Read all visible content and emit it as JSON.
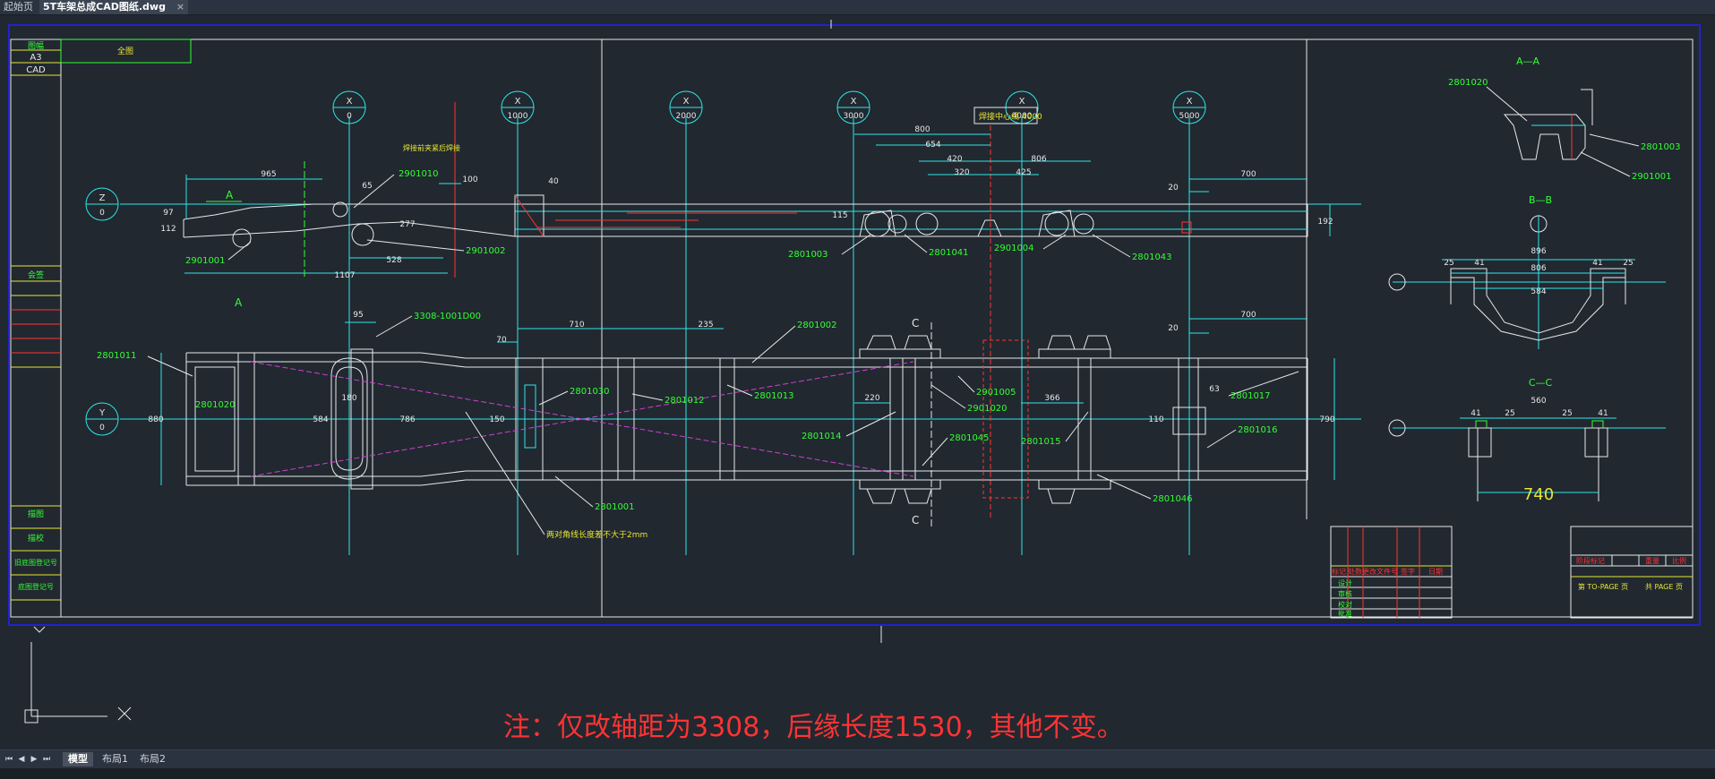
{
  "tabs": [
    {
      "label": "起始页",
      "active": false
    },
    {
      "label": "5T车架总成CAD图纸.dwg",
      "active": true
    }
  ],
  "tab_close_glyph": "×",
  "title_block_left": {
    "rows": [
      "图幅",
      "A3",
      "CAD"
    ],
    "extra": "全图",
    "mid": "会签",
    "bottom": [
      "描图",
      "描校",
      "旧底图登记号",
      "底图登记号"
    ]
  },
  "grid_x": [
    {
      "axis": "X",
      "value": "0"
    },
    {
      "axis": "X",
      "value": "1000"
    },
    {
      "axis": "X",
      "value": "2000"
    },
    {
      "axis": "X",
      "value": "3000"
    },
    {
      "axis": "X",
      "value": "4000"
    },
    {
      "axis": "X",
      "value": "5000"
    }
  ],
  "grid_z": {
    "axis": "Z",
    "value": "0"
  },
  "grid_y": {
    "axis": "Y",
    "value": "0"
  },
  "section_titles": {
    "aa": "A—A",
    "bb": "B—B",
    "cc": "C—C"
  },
  "part_labels": {
    "p2901010": "2901010",
    "p2901001": "2901001",
    "p2901002": "2901002",
    "p2801003": "2801003",
    "p2801041": "2801041",
    "p2901004": "2901004",
    "p2801043": "2801043",
    "p3308": "3308-1001D00",
    "p2801002": "2801002",
    "p2801011": "2801011",
    "p2801020": "2801020",
    "p2801030": "2801030",
    "p2801012": "2801012",
    "p2801013": "2801013",
    "p2901005": "2901005",
    "p2901020": "2901020",
    "p2801017": "2801017",
    "p2801016": "2801016",
    "p2801014": "2801014",
    "p2801045": "2801045",
    "p2801015": "2801015",
    "p2801001": "2801001",
    "p2801046": "2801046",
    "aa2801020": "2801020",
    "aa2801003": "2801003",
    "aa2901001": "2901001"
  },
  "dims_top": {
    "d965": "965",
    "d65": "65",
    "d100": "100",
    "d40": "40",
    "d528": "528",
    "d1107": "1107",
    "d800": "800",
    "d654": "654",
    "d420": "420",
    "d320": "320",
    "d806": "806",
    "d425": "425",
    "d700": "700",
    "d20": "20",
    "d192": "192",
    "d115": "115",
    "d277": "277",
    "d112": "112",
    "d97": "97"
  },
  "dims_bottom": {
    "d95": "95",
    "d70": "70",
    "d710": "710",
    "d235": "235",
    "d700": "700",
    "d20": "20",
    "d220": "220",
    "d366": "366",
    "d880": "880",
    "d786": "786",
    "d584": "584",
    "d180": "180",
    "d150": "150",
    "d63": "63",
    "d110": "110",
    "d790": "790"
  },
  "section_dims": {
    "bb_896": "896",
    "bb_806": "806",
    "bb_584": "584",
    "bb_25": "25",
    "bb_41": "41",
    "cc_560": "560",
    "cc_41": "41",
    "cc_25": "25",
    "cc_740": "740"
  },
  "callouts": {
    "top_note": "焊接前夹紧后焊接",
    "bottom_note": "两对角线长度差不大于2mm",
    "box_4000": "焊接中心线 4000"
  },
  "marks": {
    "A": "A",
    "C": "C"
  },
  "title_block_right": {
    "rows": [
      "标记",
      "处数",
      "更改文件号",
      "签字",
      "日期"
    ],
    "roles": [
      "设计",
      "审核",
      "校对",
      "批准"
    ],
    "right_header": [
      "阶段标记",
      "重量",
      "比例"
    ],
    "page_total": "共 PAGE 页",
    "page_current": "第 TO-PAGE 页"
  },
  "note": "注：仅改轴距为3308，后缘长度1530，其他不变。",
  "layout_tabs": [
    {
      "label": "模型",
      "active": true
    },
    {
      "label": "布局1",
      "active": false
    },
    {
      "label": "布局2",
      "active": false
    }
  ],
  "colors": {
    "cyan": "#2ee6e6",
    "green": "#33ff33",
    "yellow": "#e6e633",
    "red": "#ff3333",
    "magenta": "#d040d0",
    "white": "#e8e8e8",
    "blue": "#2020c0"
  }
}
